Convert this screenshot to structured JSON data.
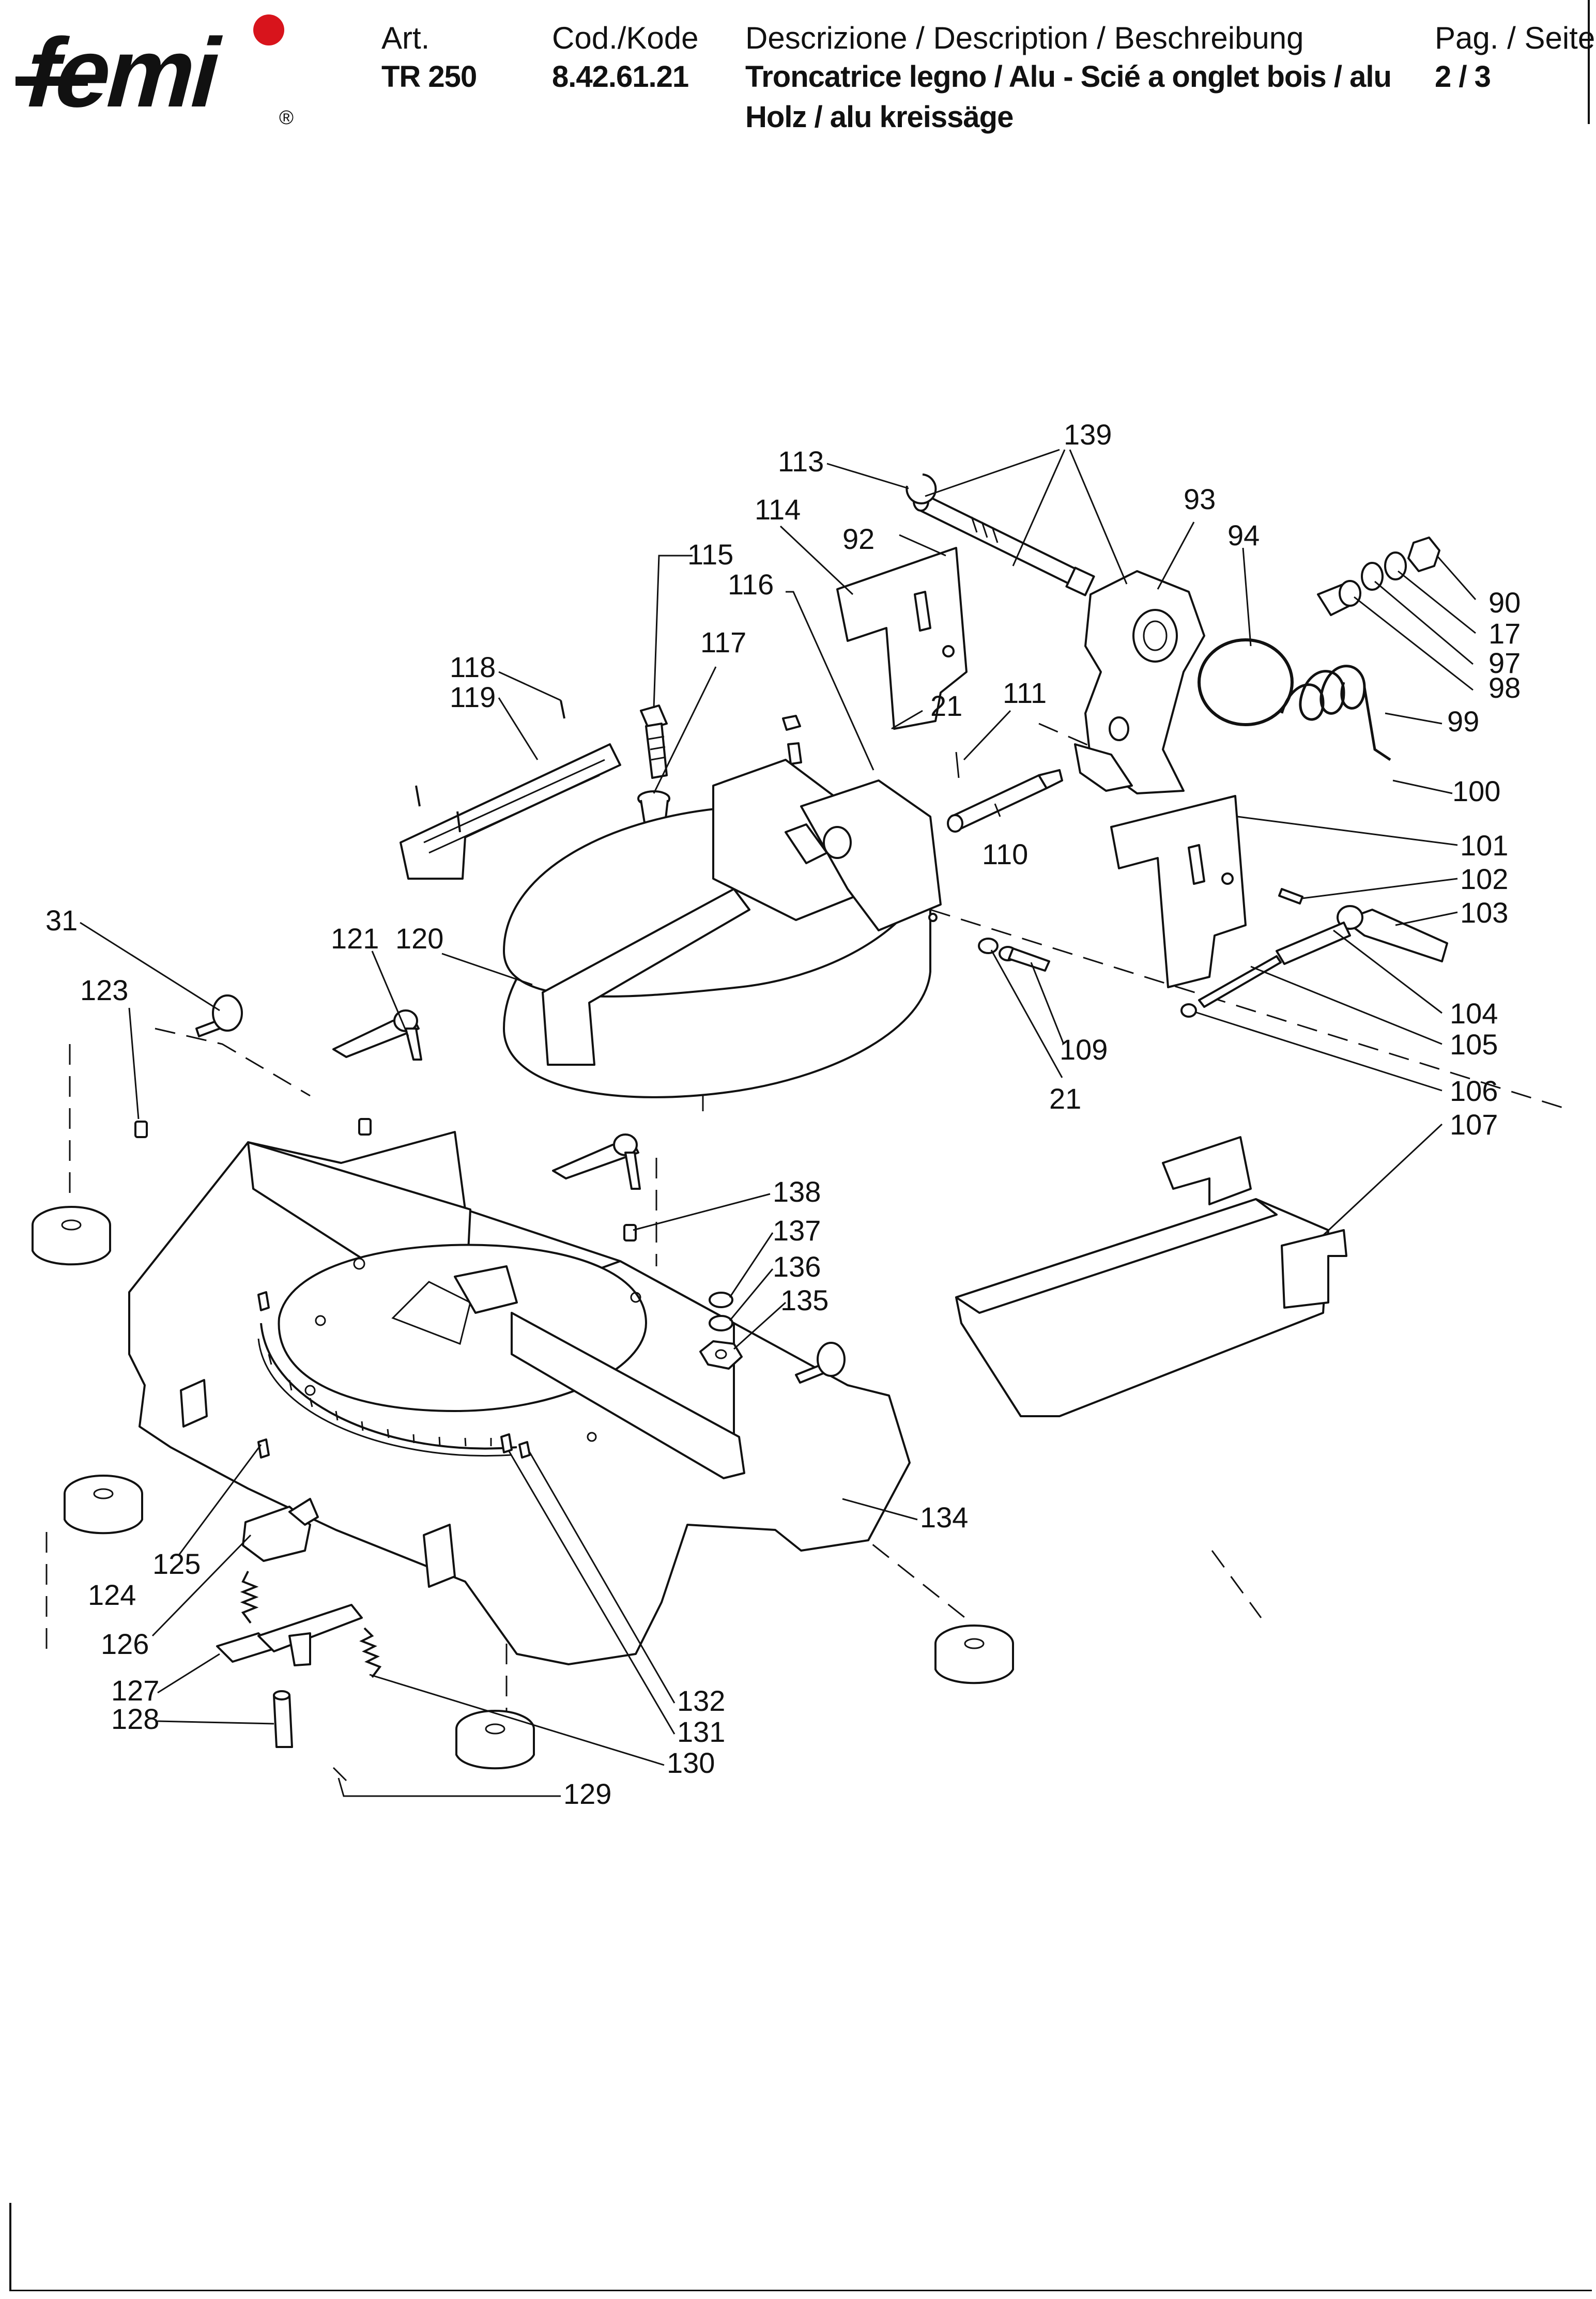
{
  "brand": {
    "logo_text": "femi",
    "registered_mark": "®",
    "logo_dot_color": "#d8141c"
  },
  "header": {
    "art_label": "Art.",
    "art_value": "TR 250",
    "code_label": "Cod./Kode",
    "code_value": "8.42.61.21",
    "desc_label": "Descrizione / Description / Beschreibung",
    "desc_line1": "Troncatrice legno / Alu - Scié a onglet bois / alu",
    "desc_line2": "Holz / alu kreissäge",
    "page_label": "Pag. / Seite",
    "page_value": "2 / 3"
  },
  "callouts": [
    "139",
    "113",
    "114",
    "92",
    "93",
    "94",
    "115",
    "116",
    "90",
    "17",
    "97",
    "98",
    "117",
    "21",
    "111",
    "118",
    "119",
    "99",
    "100",
    "110",
    "101",
    "102",
    "103",
    "31",
    "121",
    "120",
    "123",
    "104",
    "105",
    "109",
    "106",
    "21",
    "107",
    "138",
    "137",
    "136",
    "135",
    "134",
    "124",
    "125",
    "126",
    "127",
    "128",
    "132",
    "131",
    "130",
    "129"
  ]
}
